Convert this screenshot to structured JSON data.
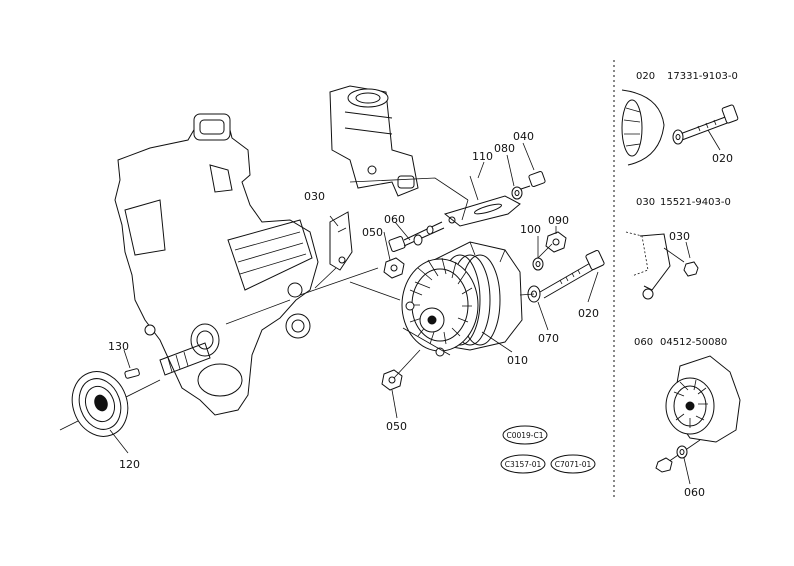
{
  "callouts": [
    {
      "id": "c010",
      "text": "010"
    },
    {
      "id": "c020a",
      "text": "020"
    },
    {
      "id": "c030a",
      "text": "030"
    },
    {
      "id": "c040",
      "text": "040"
    },
    {
      "id": "c050a",
      "text": "050"
    },
    {
      "id": "c050b",
      "text": "050"
    },
    {
      "id": "c060",
      "text": "060"
    },
    {
      "id": "c070",
      "text": "070"
    },
    {
      "id": "c080",
      "text": "080"
    },
    {
      "id": "c090",
      "text": "090"
    },
    {
      "id": "c100",
      "text": "100"
    },
    {
      "id": "c110",
      "text": "110"
    },
    {
      "id": "c120",
      "text": "120"
    },
    {
      "id": "c130",
      "text": "130"
    }
  ],
  "ref_codes": [
    "C0019-C1",
    "C3157-01",
    "C7071-01"
  ],
  "side_panel": [
    {
      "num": "020",
      "part": "17331-9103-0",
      "callout": "020"
    },
    {
      "num": "030",
      "part": "15521-9403-0",
      "callout": "030"
    },
    {
      "num": "060",
      "part": "04512-50080",
      "callout": "060"
    }
  ]
}
